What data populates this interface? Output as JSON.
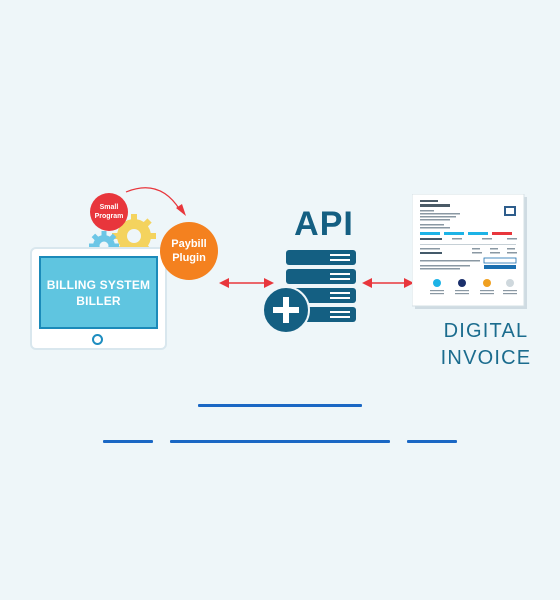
{
  "biller": {
    "screen_text": "BILLING SYSTEM BILLER"
  },
  "small_program": {
    "label_line1": "Small",
    "label_line2": "Program"
  },
  "plugin": {
    "label_line1": "Paybill",
    "label_line2": "Plugin"
  },
  "api": {
    "label": "API"
  },
  "invoice": {
    "title_line1": "DIGITAL",
    "title_line2": "INVOICE"
  },
  "colors": {
    "background": "#eef6f9",
    "primary_dark": "#145f82",
    "screen_fill": "#5fc5e0",
    "arrow_red": "#e8363c",
    "plugin_orange": "#f4811f",
    "gear_yellow": "#f4d35e",
    "gear_blue": "#6cc6e6",
    "line_blue": "#1a67c4"
  },
  "icons": [
    "monitor-icon",
    "gear-icon",
    "server-stack-icon",
    "plus-icon",
    "document-icon",
    "double-arrow-icon",
    "curved-arrow-icon"
  ]
}
